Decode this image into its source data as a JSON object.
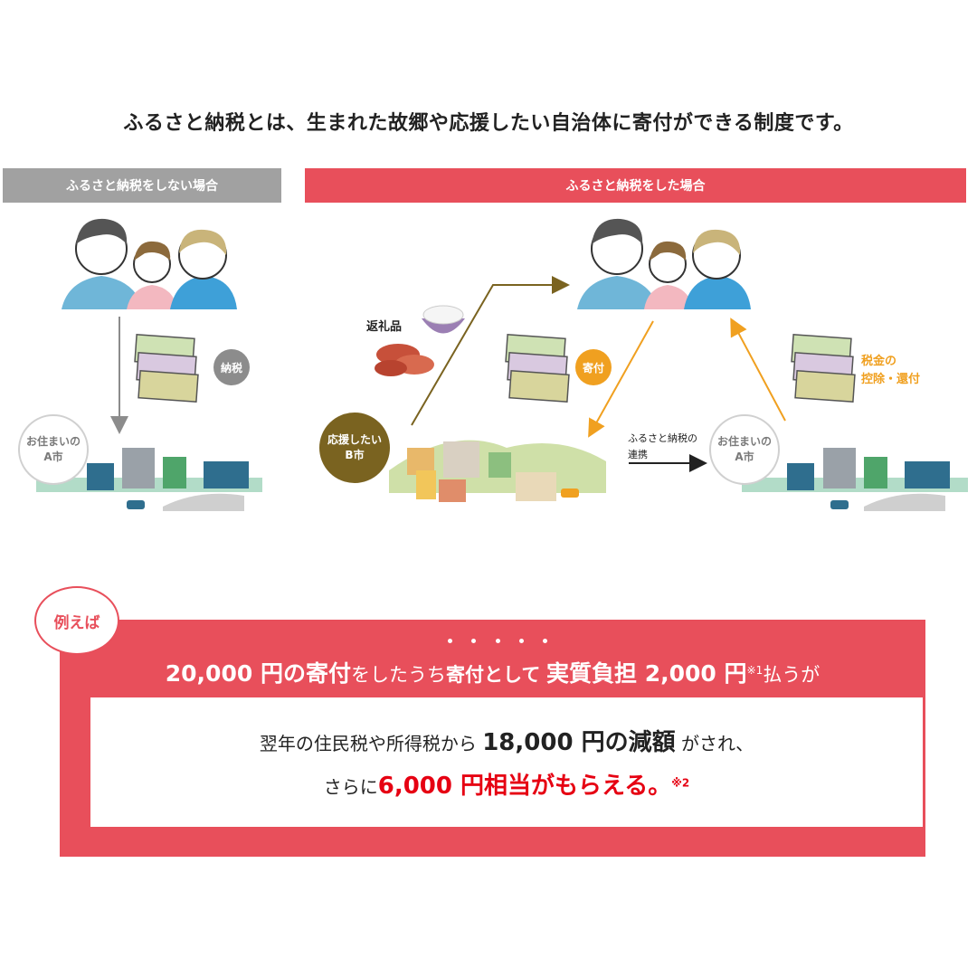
{
  "headline": "ふるさと納税とは、生まれた故郷や応援したい自治体に寄付ができる制度です。",
  "left_panel": {
    "banner": "ふるさと納税をしない場合",
    "tax_label": "納税",
    "city_line1": "お住まいの",
    "city_line2": "A市"
  },
  "right_panel": {
    "banner": "ふるさと納税をした場合",
    "gift_label": "返礼品",
    "donation_label": "寄付",
    "deduction_line1": "税金の",
    "deduction_line2": "控除・還付",
    "support_city_line1": "応援したい",
    "support_city_line2": "B市",
    "link_line1": "ふるさと納税の",
    "link_line2": "連携",
    "home_city_line1": "お住まいの",
    "home_city_line2": "A市"
  },
  "example": {
    "bubble": "例えば",
    "amount": "20,000 円の寄付",
    "mid1": "をしたうち",
    "mid2": "寄付として",
    "burden": "実質負担 2,000 円",
    "note1": "※1",
    "tail": "払うが",
    "l1_a": "翌年の住民税や所得税から",
    "l1_b": "18,000 円の減額",
    "l1_c": "がされ、",
    "l2_a": "さらに",
    "l2_b": "6,000 円相当がもらえる。",
    "note2": "※2"
  },
  "colors": {
    "accent_red": "#e84f5b",
    "gray": "#a1a1a1",
    "brown": "#7a6320",
    "orange": "#f0a020"
  }
}
